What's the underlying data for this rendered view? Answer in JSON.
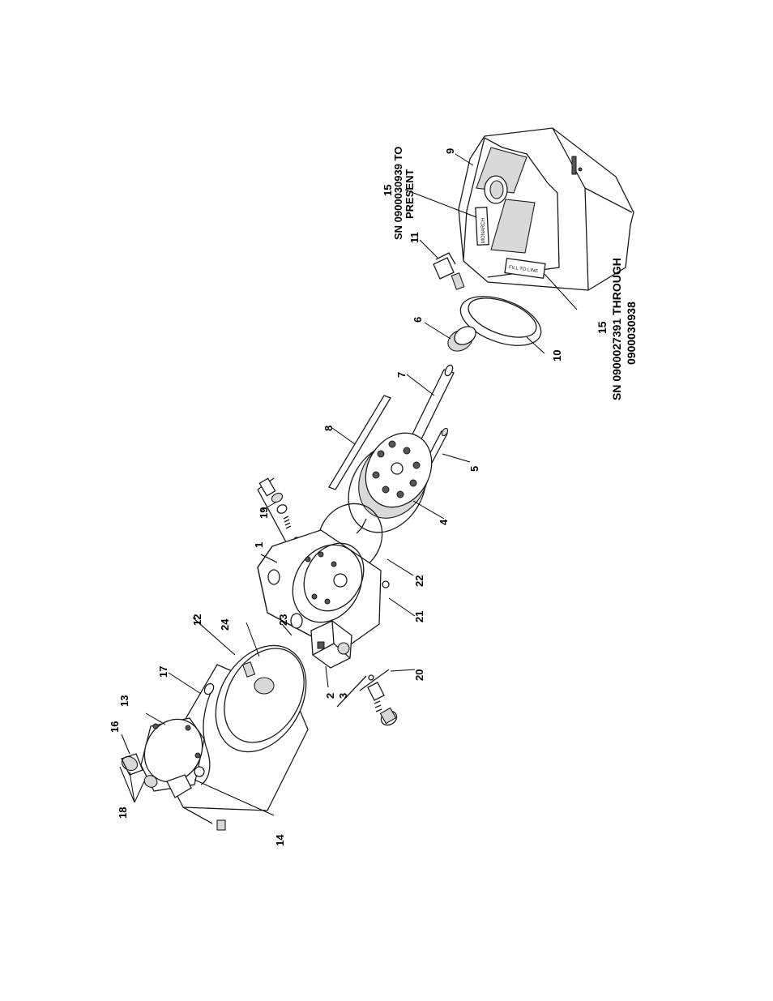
{
  "callouts": {
    "c1": "1",
    "c2": "2",
    "c3": "3",
    "c4": "4",
    "c5": "5",
    "c6": "6",
    "c7": "7",
    "c8": "8",
    "c9": "9",
    "c10": "10",
    "c11": "11",
    "c12": "12",
    "c13": "13",
    "c14": "14",
    "c15a": "15",
    "c15b": "15",
    "c16": "16",
    "c17": "17",
    "c18": "18",
    "c19": "19",
    "c20": "20",
    "c21": "21",
    "c22": "22",
    "c23": "23",
    "c24": "24"
  },
  "notes": {
    "sn_present_line1": "SN 0900030939 TO",
    "sn_present_line2": "PRESENT",
    "sn_through_line1": "SN 0900027391 THROUGH",
    "sn_through_line2": "0900030938"
  },
  "decals": {
    "fill_to_line": "FILL TO LINE",
    "brand": "MONARCH"
  }
}
